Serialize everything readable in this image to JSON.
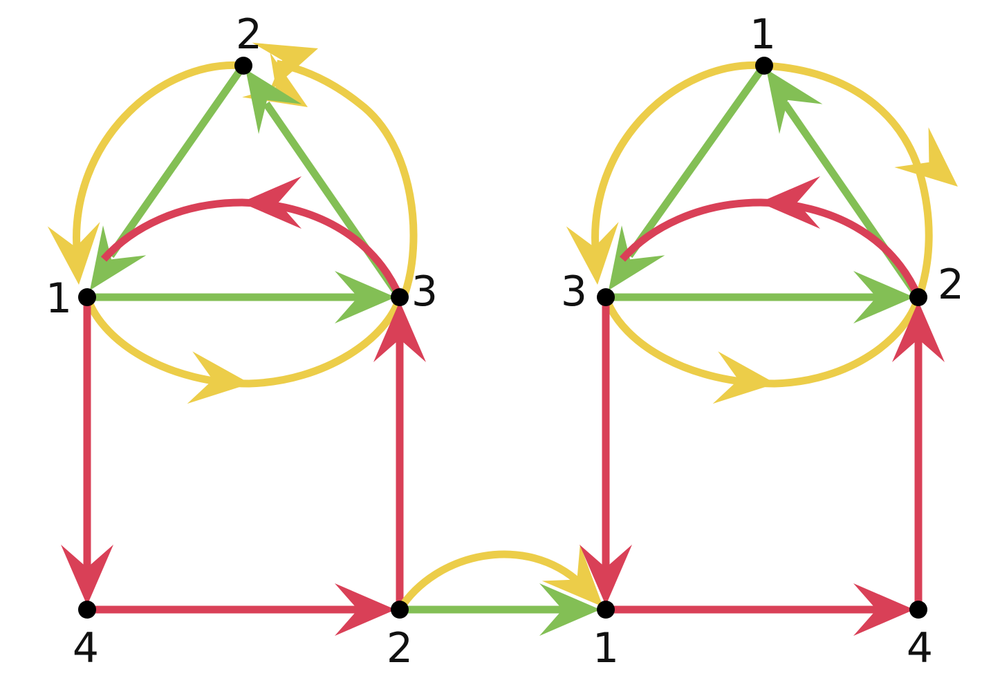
{
  "colors": {
    "red": "#d94057",
    "green": "#83bf55",
    "yellow": "#eccd49",
    "node": "#000000"
  },
  "left": {
    "labels": {
      "top": "2",
      "mid_left": "1",
      "mid_right": "3",
      "bottom_left": "4",
      "bottom_right": "2"
    }
  },
  "right": {
    "labels": {
      "top": "1",
      "mid_left": "3",
      "mid_right": "2",
      "bottom_left": "1",
      "bottom_right": "4"
    }
  }
}
